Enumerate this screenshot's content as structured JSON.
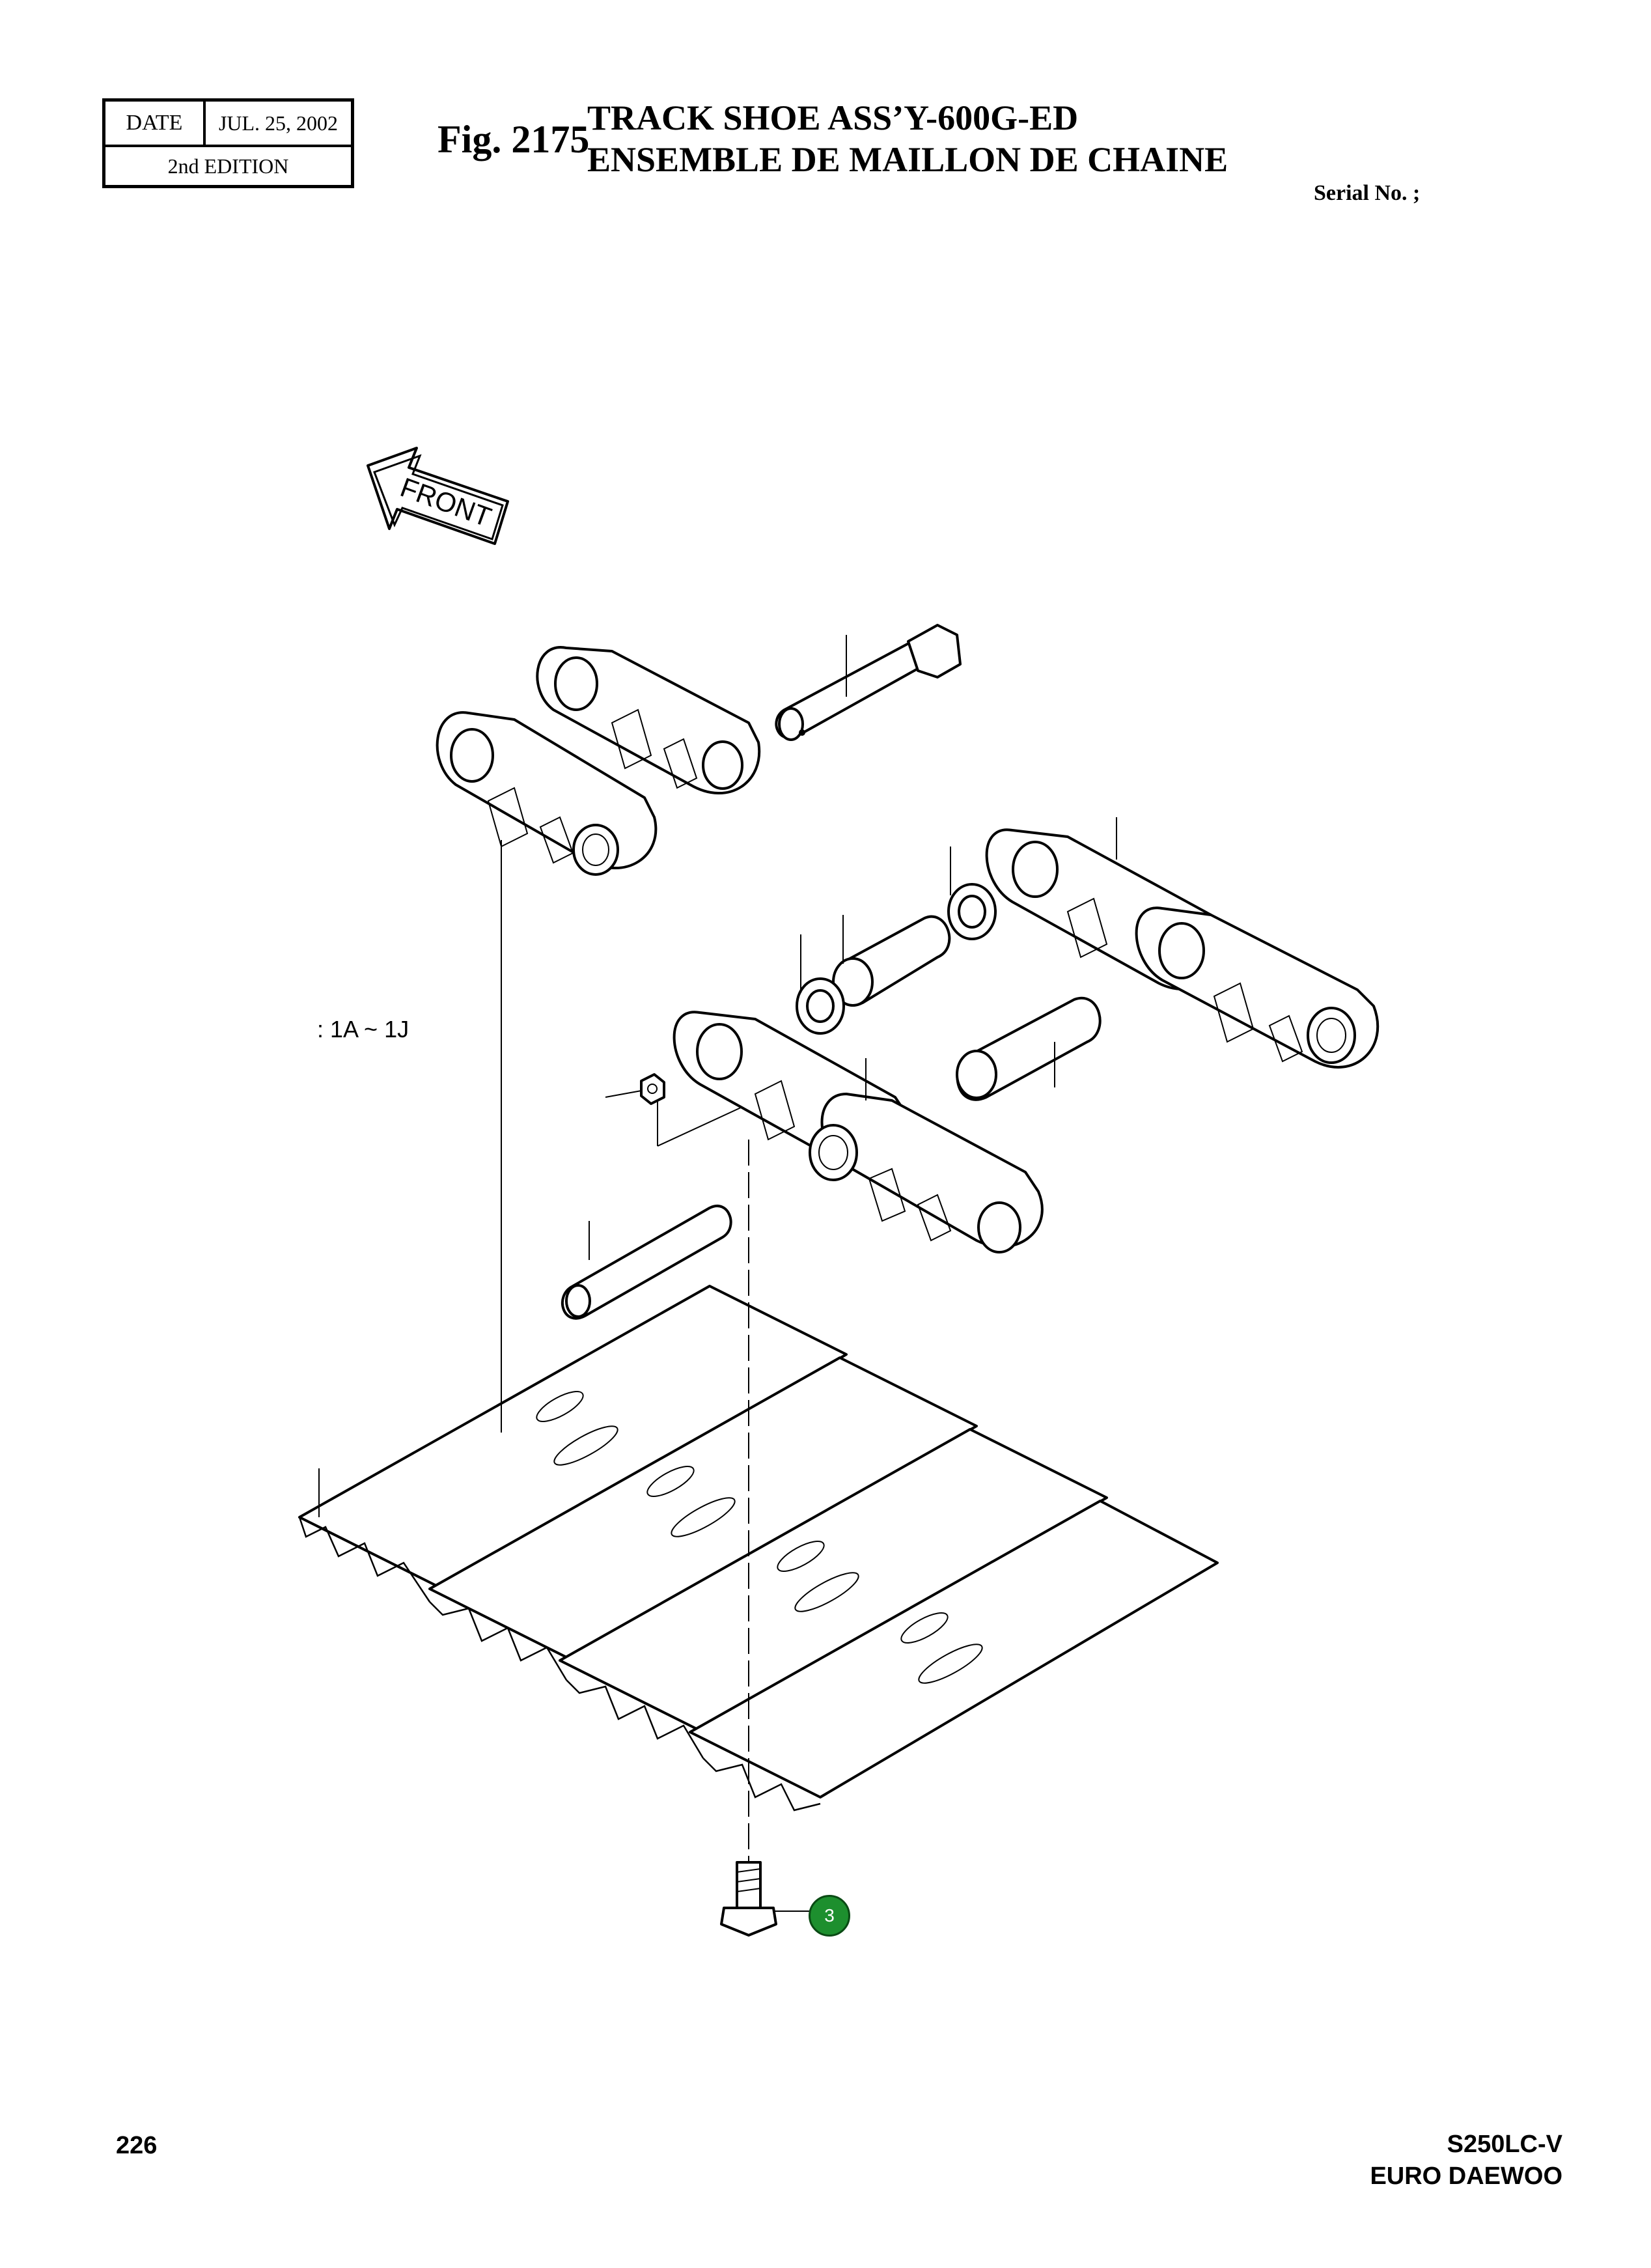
{
  "header": {
    "date_label": "DATE",
    "date_value": "JUL. 25, 2002",
    "edition": "2nd  EDITION",
    "fig_number": "Fig. 2175",
    "title_en": "TRACK SHOE ASS’Y-600G-ED",
    "title_fr": "ENSEMBLE DE MAILLON DE CHAINE",
    "serial_label": "Serial No. ;"
  },
  "drawing": {
    "front_label": "FRONT",
    "range_label": ": 1A ~ 1J",
    "callouts": [
      {
        "number": "3",
        "color": "#1d8f2e"
      }
    ]
  },
  "footer": {
    "page_number": "226",
    "model": "S250LC-V",
    "brand": "EURO DAEWOO"
  }
}
